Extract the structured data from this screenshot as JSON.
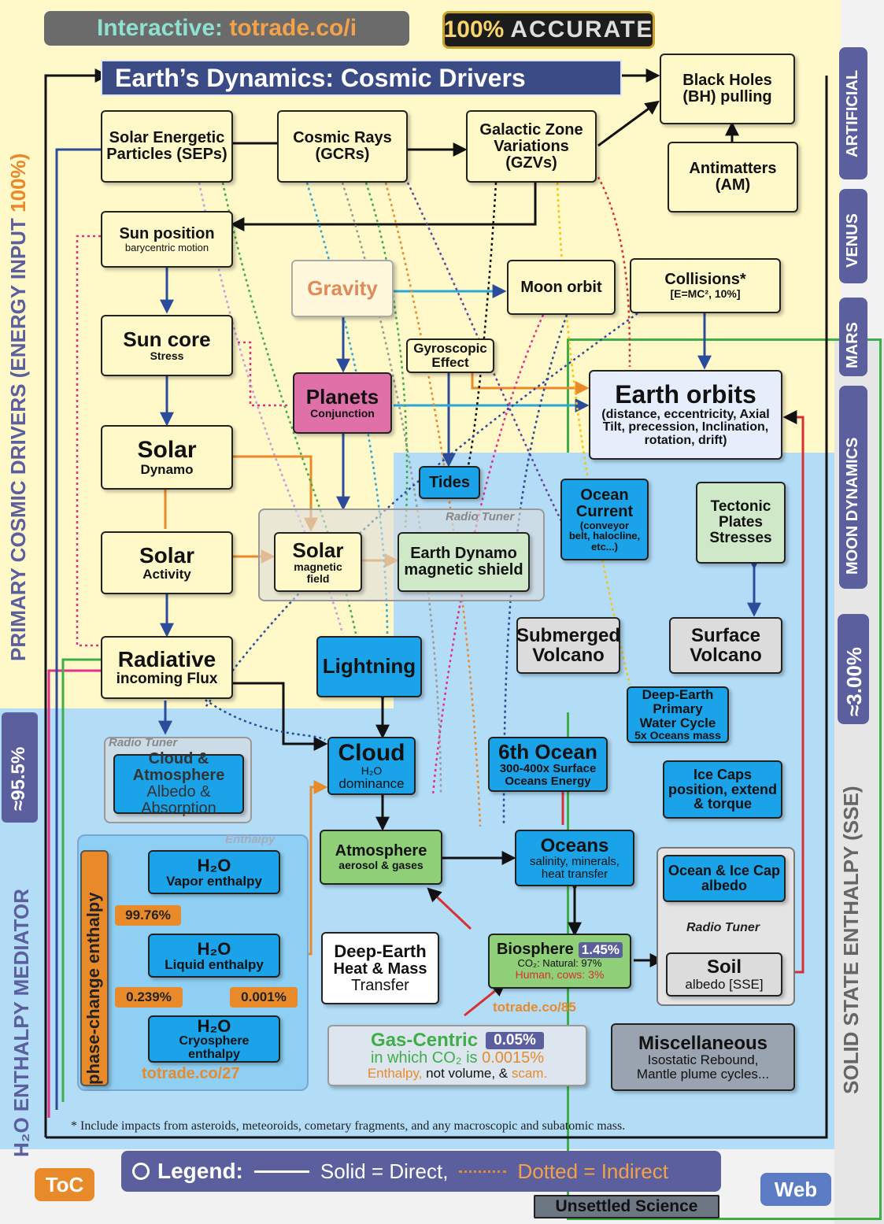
{
  "header": {
    "interactive_prefix": "Interactive: ",
    "interactive_link": "totrade.co/i",
    "accurate_pct": "100%",
    "accurate_word": "ACCURATE",
    "title": "Earth’s Dynamics: Cosmic Drivers"
  },
  "side_labels": {
    "left_top": "PRIMARY COSMIC DRIVERS (ENERGY INPUT ",
    "left_top_pct": "100%)",
    "left_bottom": "H₂O ENTHALPY MEDIATOR",
    "left_bottom_pct": "≈95.5%",
    "right_artificial": "ARTIFICIAL",
    "right_venus": "VENUS",
    "right_mars": "MARS",
    "right_moon": "MOON DYNAMICS",
    "right_sse": "SOLID STATE  ENTHALPY (SSE)",
    "right_sse_pct": "≈3.00%"
  },
  "nodes": {
    "seps": {
      "line1": "Solar Energetic",
      "line2": "Particles (SEPs)"
    },
    "gcrs": {
      "line1": "Cosmic Rays",
      "line2": "(GCRs)"
    },
    "gzv": {
      "line1": "Galactic Zone",
      "line2": "Variations",
      "line3": "(GZVs)"
    },
    "bh": {
      "line1": "Black Holes",
      "line2": "(BH) pulling"
    },
    "am": {
      "line1": "Antimatters",
      "line2": "(AM)"
    },
    "sun_position": {
      "line1": "Sun position",
      "line2": "barycentric motion"
    },
    "gravity": {
      "line1": "Gravity"
    },
    "moon_orbit": {
      "line1": "Moon orbit"
    },
    "collisions": {
      "line1": "Collisions*",
      "line2": "[E=MC², 10%]"
    },
    "sun_core": {
      "line1": "Sun core",
      "line2": "Stress"
    },
    "gyroscopic": {
      "line1": "Gyroscopic",
      "line2": "Effect"
    },
    "planets": {
      "line1": "Planets",
      "line2": "Conjunction"
    },
    "earth_orbits": {
      "line1": "Earth orbits",
      "line2": "(distance, eccentricity, Axial",
      "line3": "Tilt, precession, Inclination,",
      "line4": "rotation, drift)"
    },
    "solar_dynamo": {
      "line1": "Solar",
      "line2": "Dynamo"
    },
    "tides": {
      "line1": "Tides"
    },
    "ocean_current": {
      "line1": "Ocean",
      "line2": "Current",
      "line3": "(conveyor",
      "line4": "belt, halocline,",
      "line5": "etc...)"
    },
    "tectonic": {
      "line1": "Tectonic",
      "line2": "Plates",
      "line3": "Stresses"
    },
    "radio_tuner_1": "Radio Tuner",
    "solar_activity": {
      "line1": "Solar",
      "line2": "Activity"
    },
    "solar_magnetic": {
      "line1": "Solar",
      "line2": "magnetic",
      "line3": "field"
    },
    "earth_dynamo": {
      "line1": "Earth Dynamo",
      "line2": "magnetic shield"
    },
    "submerged_volcano": {
      "line1": "Submerged",
      "line2": "Volcano"
    },
    "surface_volcano": {
      "line1": "Surface",
      "line2": "Volcano"
    },
    "radiative": {
      "line1": "Radiative",
      "line2": "incoming Flux"
    },
    "lightning": {
      "line1": "Lightning"
    },
    "deep_earth_water": {
      "line1": "Deep-Earth",
      "line2": "Primary",
      "line3": "Water Cycle",
      "line4": "5x Oceans mass"
    },
    "radio_tuner_2": "Radio Tuner",
    "cloud_atmos": {
      "line1": "Cloud &",
      "line2": "Atmosphere",
      "line3": "Albedo &",
      "line4": "Absorption"
    },
    "cloud": {
      "line1": "Cloud",
      "line2": "H₂O",
      "line3": "dominance"
    },
    "sixth_ocean": {
      "line1": "6th Ocean",
      "line2": "300-400x Surface",
      "line3": "Oceans Energy"
    },
    "ice_caps": {
      "line1": "Ice Caps",
      "line2": "position, extend",
      "line3": "& torque"
    },
    "enthalpy_label": "Enthalpy",
    "atmosphere": {
      "line1": "Atmosphere",
      "line2": "aerosol & gases"
    },
    "oceans": {
      "line1": "Oceans",
      "line2": "salinity, minerals,",
      "line3": "heat transfer"
    },
    "ocean_ice_albedo": {
      "line1": "Ocean & Ice Cap",
      "line2": "albedo"
    },
    "radio_tuner_3": "Radio Tuner",
    "phase_change": "phase-change enthalpy",
    "h2o_vapor": {
      "line1": "H₂O",
      "line2": "Vapor enthalpy"
    },
    "h2o_liquid": {
      "line1": "H₂O",
      "line2": "Liquid enthalpy"
    },
    "h2o_cryo": {
      "line1": "H₂O",
      "line2": "Cryosphere",
      "line3": "enthalpy"
    },
    "pct_vapor": "99.76%",
    "pct_liquid": "0.239%",
    "pct_cryo": "0.001%",
    "link_27": "totrade.co/27",
    "deep_earth_heat": {
      "line1": "Deep-Earth",
      "line2": "Heat & Mass",
      "line3": "Transfer"
    },
    "biosphere": {
      "line1": "Biosphere",
      "pct": "1.45%",
      "line2": "CO₂: Natural: 97%",
      "line3": "Human, cows: 3%"
    },
    "soil": {
      "line1": "Soil",
      "line2": "albedo [SSE]"
    },
    "link_85": "totrade.co/85",
    "gas_centric": {
      "line1": "Gas-Centric",
      "pct": "0.05%",
      "line2a": "in which CO₂ is ",
      "line2b": "0.0015%",
      "line3a": "Enthalpy, ",
      "line3b": "not volume, & ",
      "line3c": "scam."
    },
    "misc": {
      "line1": "Miscellaneous",
      "line2": "Isostatic Rebound,",
      "line3": "Mantle plume cycles..."
    }
  },
  "footnote": "* Include impacts from asteroids, meteoroids, cometary fragments, and any macroscopic and subatomic mass.",
  "legend": {
    "label": "Legend:",
    "solid": "Solid = Direct,",
    "dotted": "Dotted = Indirect"
  },
  "buttons": {
    "toc": "ToC",
    "web": "Web",
    "unsettled": "Unsettled Science"
  },
  "colors": {
    "yellow_zone": "#fff8c9",
    "blue_zone": "#b3dcf7",
    "node_blue": "#1aa3e8",
    "node_green": "#8fcf78",
    "accent_orange": "#e88a2a",
    "purple": "#5b5f9e"
  }
}
